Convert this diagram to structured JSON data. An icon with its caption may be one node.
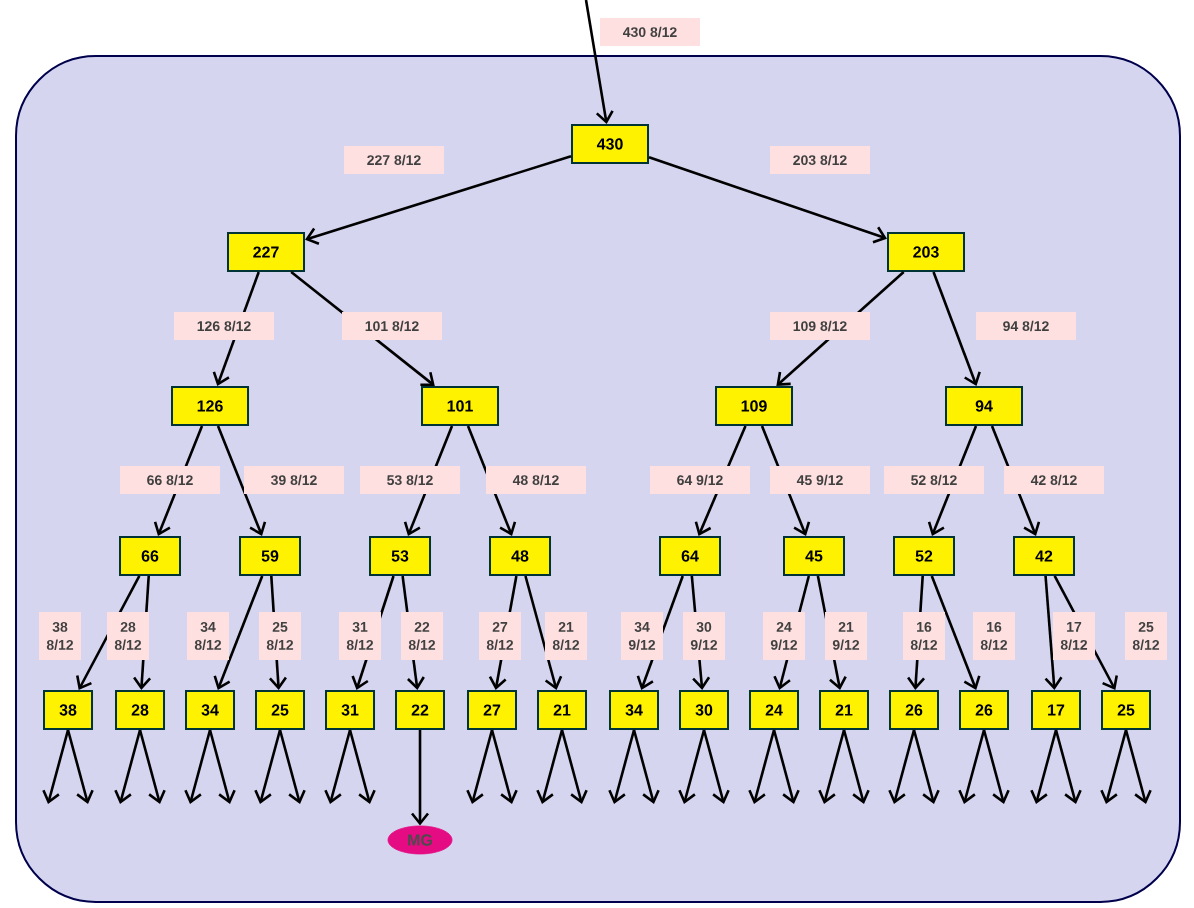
{
  "diagram": {
    "nodes": [
      {
        "text": [
          "430"
        ]
      },
      {
        "text": [
          "227"
        ]
      },
      {
        "text": [
          "203"
        ]
      },
      {
        "text": [
          "126"
        ]
      },
      {
        "text": [
          "101"
        ]
      },
      {
        "text": [
          "109"
        ]
      },
      {
        "text": [
          "94"
        ]
      },
      {
        "text": [
          "66"
        ]
      },
      {
        "text": [
          "59"
        ]
      },
      {
        "text": [
          "53"
        ]
      },
      {
        "text": [
          "48"
        ]
      },
      {
        "text": [
          "64"
        ]
      },
      {
        "text": [
          "45"
        ]
      },
      {
        "text": [
          "52"
        ]
      },
      {
        "text": [
          "42"
        ]
      },
      {
        "text": [
          "38"
        ]
      },
      {
        "text": [
          "28"
        ]
      },
      {
        "text": [
          "34"
        ]
      },
      {
        "text": [
          "25"
        ]
      },
      {
        "text": [
          "31"
        ]
      },
      {
        "text": [
          "22"
        ]
      },
      {
        "text": [
          "27"
        ]
      },
      {
        "text": [
          "21"
        ]
      },
      {
        "text": [
          "34"
        ]
      },
      {
        "text": [
          "30"
        ]
      },
      {
        "text": [
          "24"
        ]
      },
      {
        "text": [
          "21"
        ]
      },
      {
        "text": [
          "26"
        ]
      },
      {
        "text": [
          "26"
        ]
      },
      {
        "text": [
          "17"
        ]
      },
      {
        "text": [
          "25"
        ]
      },
      {
        "text": [
          "MG"
        ]
      }
    ],
    "edges": [
      {
        "from": null,
        "to": 0,
        "arrow": "to",
        "label": "430 8/12"
      },
      {
        "from": 0,
        "to": 1,
        "arrow": "to",
        "label": "227 8/12"
      },
      {
        "from": 0,
        "to": 2,
        "arrow": "to",
        "label": "203 8/12"
      },
      {
        "from": 1,
        "to": 3,
        "arrow": "to",
        "label": "126 8/12"
      },
      {
        "from": 1,
        "to": 4,
        "arrow": "to",
        "label": "101 8/12"
      },
      {
        "from": 2,
        "to": 5,
        "arrow": "to",
        "label": "109 8/12"
      },
      {
        "from": 2,
        "to": 6,
        "arrow": "to",
        "label": "94 8/12"
      },
      {
        "from": 3,
        "to": 7,
        "arrow": "to",
        "label": "66 8/12"
      },
      {
        "from": 3,
        "to": 8,
        "arrow": "to",
        "label": "39 8/12"
      },
      {
        "from": 4,
        "to": 9,
        "arrow": "to",
        "label": "53 8/12"
      },
      {
        "from": 4,
        "to": 10,
        "arrow": "to",
        "label": "48 8/12"
      },
      {
        "from": 5,
        "to": 11,
        "arrow": "to",
        "label": "64 9/12"
      },
      {
        "from": 5,
        "to": 12,
        "arrow": "to",
        "label": "45 9/12"
      },
      {
        "from": 6,
        "to": 13,
        "arrow": "to",
        "label": "52 8/12"
      },
      {
        "from": 6,
        "to": 14,
        "arrow": "to",
        "label": "42 8/12"
      },
      {
        "from": 7,
        "to": 15,
        "arrow": "to",
        "label": "38 8/12"
      },
      {
        "from": 7,
        "to": 16,
        "arrow": "to",
        "label": "28 8/12"
      },
      {
        "from": 8,
        "to": 17,
        "arrow": "to",
        "label": "34 8/12"
      },
      {
        "from": 8,
        "to": 18,
        "arrow": "to",
        "label": "25 8/12"
      },
      {
        "from": 9,
        "to": 19,
        "arrow": "to",
        "label": "31 8/12"
      },
      {
        "from": 9,
        "to": 20,
        "arrow": "to",
        "label": "22 8/12"
      },
      {
        "from": 10,
        "to": 21,
        "arrow": "to",
        "label": "27 8/12"
      },
      {
        "from": 10,
        "to": 22,
        "arrow": "to",
        "label": "21 8/12"
      },
      {
        "from": 11,
        "to": 23,
        "arrow": "to",
        "label": "34 9/12"
      },
      {
        "from": 11,
        "to": 24,
        "arrow": "to",
        "label": "30 9/12"
      },
      {
        "from": 12,
        "to": 25,
        "arrow": "to",
        "label": "24 9/12"
      },
      {
        "from": 12,
        "to": 26,
        "arrow": "to",
        "label": "21 9/12"
      },
      {
        "from": 13,
        "to": 27,
        "arrow": "to",
        "label": "16 8/12"
      },
      {
        "from": 13,
        "to": 28,
        "arrow": "to",
        "label": "16 8/12"
      },
      {
        "from": 14,
        "to": 29,
        "arrow": "to",
        "label": "17 8/12"
      },
      {
        "from": 14,
        "to": 30,
        "arrow": "to",
        "label": "25 8/12"
      },
      {
        "from": 15,
        "to": null,
        "arrow": "to"
      },
      {
        "from": 15,
        "to": null,
        "arrow": "to"
      },
      {
        "from": 16,
        "to": null,
        "arrow": "to"
      },
      {
        "from": 16,
        "to": null,
        "arrow": "to"
      },
      {
        "from": 17,
        "to": null,
        "arrow": "to"
      },
      {
        "from": 17,
        "to": null,
        "arrow": "to"
      },
      {
        "from": 18,
        "to": null,
        "arrow": "to"
      },
      {
        "from": 18,
        "to": null,
        "arrow": "to"
      },
      {
        "from": 19,
        "to": null,
        "arrow": "to"
      },
      {
        "from": 19,
        "to": null,
        "arrow": "to"
      },
      {
        "from": 20,
        "to": 31,
        "arrow": "to"
      },
      {
        "from": 21,
        "to": null,
        "arrow": "to"
      },
      {
        "from": 21,
        "to": null,
        "arrow": "to"
      },
      {
        "from": 22,
        "to": null,
        "arrow": "to"
      },
      {
        "from": 22,
        "to": null,
        "arrow": "to"
      },
      {
        "from": 23,
        "to": null,
        "arrow": "to"
      },
      {
        "from": 23,
        "to": null,
        "arrow": "to"
      },
      {
        "from": 24,
        "to": null,
        "arrow": "to"
      },
      {
        "from": 24,
        "to": null,
        "arrow": "to"
      },
      {
        "from": 25,
        "to": null,
        "arrow": "to"
      },
      {
        "from": 25,
        "to": null,
        "arrow": "to"
      },
      {
        "from": 26,
        "to": null,
        "arrow": "to"
      },
      {
        "from": 26,
        "to": null,
        "arrow": "to"
      },
      {
        "from": 27,
        "to": null,
        "arrow": "to"
      },
      {
        "from": 27,
        "to": null,
        "arrow": "to"
      },
      {
        "from": 28,
        "to": null,
        "arrow": "to"
      },
      {
        "from": 28,
        "to": null,
        "arrow": "to"
      },
      {
        "from": 29,
        "to": null,
        "arrow": "to"
      },
      {
        "from": 29,
        "to": null,
        "arrow": "to"
      },
      {
        "from": 30,
        "to": null,
        "arrow": "to"
      },
      {
        "from": 30,
        "to": null,
        "arrow": "to"
      }
    ]
  }
}
